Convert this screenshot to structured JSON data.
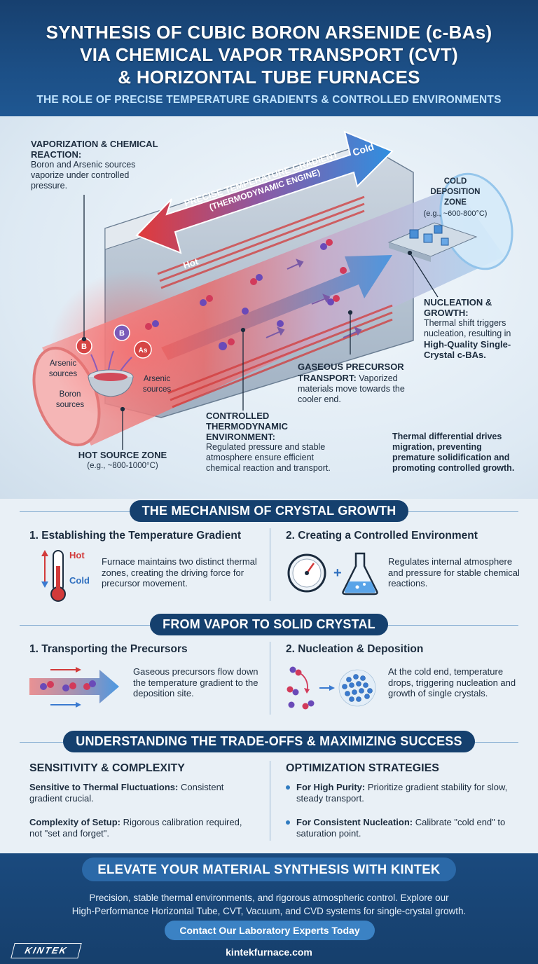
{
  "header": {
    "title_line1": "SYNTHESIS OF CUBIC BORON ARSENIDE (c-BAs)",
    "title_line2": "VIA CHEMICAL VAPOR TRANSPORT (CVT)",
    "title_line3": "& HORIZONTAL TUBE FURNACES",
    "subtitle": "THE ROLE OF PRECISE TEMPERATURE GRADIENTS & CONTROLLED ENVIRONMENTS"
  },
  "diagram": {
    "gradient_label_line1": "PRECISE TEMPERATURE GRADIENT",
    "gradient_label_line2": "(THERMODYNAMIC ENGINE)",
    "hot": "Hot",
    "cold": "Cold",
    "vaporization": {
      "title": "VAPORIZATION & CHEMICAL REACTION:",
      "text": "Boron and Arsenic sources vaporize under controlled pressure."
    },
    "cold_zone": {
      "title": "COLD DEPOSITION ZONE",
      "temp": "(e.g., ~600-800°C)"
    },
    "nucleation": {
      "title": "NUCLEATION & GROWTH:",
      "text": "Thermal shift triggers nucleation, resulting in",
      "bold": "High-Quality Single-Crystal c-BAs."
    },
    "gaseous": {
      "title": "GASEOUS PRECURSOR TRANSPORT:",
      "text": "Vaporized materials move towards the cooler end."
    },
    "controlled": {
      "title": "CONTROLLED THERMODYNAMIC ENVIRONMENT:",
      "text": "Regulated pressure and stable atmosphere ensure efficient chemical reaction and transport."
    },
    "differential": "Thermal differential drives migration, preventing premature solidification and promoting controlled growth.",
    "hot_zone": {
      "title": "HOT SOURCE ZONE",
      "temp": "(e.g., ~800-1000°C)"
    },
    "arsenic_left": "Arsenic sources",
    "arsenic_right": "Arsenic sources",
    "boron": "Boron sources",
    "atom_b": "B",
    "atom_as": "As"
  },
  "mechanism": {
    "title": "THE MECHANISM OF CRYSTAL GROWTH",
    "col1_head": "1. Establishing the Temperature Gradient",
    "col1_text": "Furnace maintains two distinct thermal zones, creating the driving force for precursor movement.",
    "thermo_hot": "Hot",
    "thermo_cold": "Cold",
    "col2_head": "2. Creating a Controlled Environment",
    "col2_text": "Regulates internal atmosphere and pressure for stable chemical reactions."
  },
  "vapor": {
    "title": "FROM VAPOR TO SOLID CRYSTAL",
    "col1_head": "1. Transporting the Precursors",
    "col1_text": "Gaseous precursors flow down the temperature gradient to the deposition site.",
    "col2_head": "2. Nucleation & Deposition",
    "col2_text": "At the cold end, temperature drops, triggering nucleation and growth of single crystals."
  },
  "tradeoffs": {
    "title": "UNDERSTANDING THE TRADE-OFFS & MAXIMIZING SUCCESS",
    "col1_head": "SENSITIVITY & COMPLEXITY",
    "item1_bold": "Sensitive to Thermal Fluctuations:",
    "item1_text": "Consistent gradient crucial.",
    "item2_bold": "Complexity of Setup:",
    "item2_text": "Rigorous calibration required, not \"set and forget\".",
    "col2_head": "OPTIMIZATION STRATEGIES",
    "item3_bold": "For High Purity:",
    "item3_text": "Prioritize gradient stability for slow, steady transport.",
    "item4_bold": "For Consistent Nucleation:",
    "item4_text": "Calibrate \"cold end\" to saturation point."
  },
  "footer": {
    "cta": "ELEVATE YOUR MATERIAL SYNTHESIS WITH KINTEK",
    "desc_line1": "Precision, stable thermal environments, and rigorous atmospheric control. Explore our",
    "desc_line2": "High-Performance Horizontal Tube, CVT, Vacuum, and CVD systems for single-crystal growth.",
    "contact": "Contact Our Laboratory Experts Today",
    "logo": "KINTEK",
    "site": "kintekfurnace.com"
  }
}
